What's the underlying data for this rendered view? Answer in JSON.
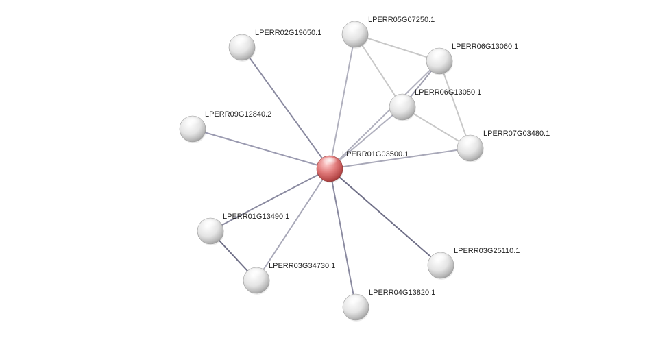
{
  "network": {
    "nodes": [
      {
        "id": "center",
        "label": "LPERR01G03500.1",
        "query": true
      },
      {
        "id": "n05g07250",
        "label": "LPERR05G07250.1",
        "query": false
      },
      {
        "id": "n02g19050",
        "label": "LPERR02G19050.1",
        "query": false
      },
      {
        "id": "n06g13060",
        "label": "LPERR06G13060.1",
        "query": false
      },
      {
        "id": "n06g13050",
        "label": "LPERR06G13050.1",
        "query": false
      },
      {
        "id": "n09g12840",
        "label": "LPERR09G12840.2",
        "query": false
      },
      {
        "id": "n07g03480",
        "label": "LPERR07G03480.1",
        "query": false
      },
      {
        "id": "n01g13490",
        "label": "LPERR01G13490.1",
        "query": false
      },
      {
        "id": "n03g34730",
        "label": "LPERR03G34730.1",
        "query": false
      },
      {
        "id": "n03g25110",
        "label": "LPERR03G25110.1",
        "query": false
      },
      {
        "id": "n04g13820",
        "label": "LPERR04G13820.1",
        "query": false
      }
    ],
    "edges": [
      {
        "source": "center",
        "target": "n02g19050",
        "color": "#8a8aa0"
      },
      {
        "source": "center",
        "target": "n09g12840",
        "color": "#9a9ab0"
      },
      {
        "source": "center",
        "target": "n05g07250",
        "color": "#b0b0be"
      },
      {
        "source": "center",
        "target": "n06g13050",
        "color": "#b0b0be"
      },
      {
        "source": "center",
        "target": "n06g13060",
        "color": "#b0b0be"
      },
      {
        "source": "center",
        "target": "n07g03480",
        "color": "#a8a8b8"
      },
      {
        "source": "center",
        "target": "n01g13490",
        "color": "#8a8aa0"
      },
      {
        "source": "center",
        "target": "n03g34730",
        "color": "#a8a8b8"
      },
      {
        "source": "center",
        "target": "n03g25110",
        "color": "#707088"
      },
      {
        "source": "center",
        "target": "n04g13820",
        "color": "#8a8aa0"
      },
      {
        "source": "n05g07250",
        "target": "n06g13060",
        "color": "#c8c8c8"
      },
      {
        "source": "n05g07250",
        "target": "n06g13050",
        "color": "#c8c8c8"
      },
      {
        "source": "n06g13060",
        "target": "n06g13050",
        "color": "#a0a0b0"
      },
      {
        "source": "n06g13060",
        "target": "n07g03480",
        "color": "#c8c8c8"
      },
      {
        "source": "n06g13050",
        "target": "n07g03480",
        "color": "#c8c8c8"
      },
      {
        "source": "n01g13490",
        "target": "n03g34730",
        "color": "#707088"
      }
    ],
    "colors": {
      "query_node": "#d96a6a",
      "neighbor_node": "#e6e6e6"
    }
  }
}
